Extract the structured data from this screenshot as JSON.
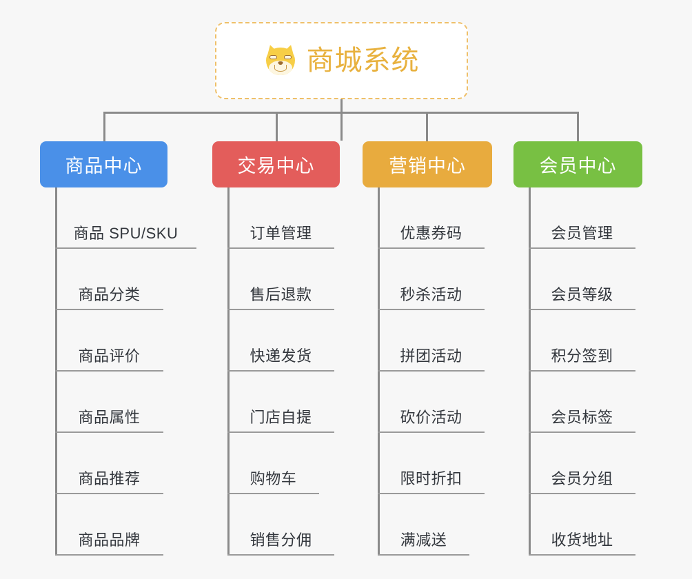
{
  "background_color": "#F7F7F7",
  "root": {
    "icon": "shiba-dog-face-icon",
    "title": "商城系统",
    "title_color": "#E8B13E",
    "border_color": "#EFC06A",
    "background_color": "#FFFFFF"
  },
  "connector_color": "#8A8A8A",
  "branches": [
    {
      "id": "product-center",
      "label": "商品中心",
      "color": "#4A90E8",
      "items": [
        "商品 SPU/SKU",
        "商品分类",
        "商品评价",
        "商品属性",
        "商品推荐",
        "商品品牌"
      ]
    },
    {
      "id": "trade-center",
      "label": "交易中心",
      "color": "#E35D5B",
      "items": [
        "订单管理",
        "售后退款",
        "快递发货",
        "门店自提",
        "购物车",
        "销售分佣"
      ]
    },
    {
      "id": "marketing-center",
      "label": "营销中心",
      "color": "#E8AB3E",
      "items": [
        "优惠券码",
        "秒杀活动",
        "拼团活动",
        "砍价活动",
        "限时折扣",
        "满减送"
      ]
    },
    {
      "id": "member-center",
      "label": "会员中心",
      "color": "#78C043",
      "items": [
        "会员管理",
        "会员等级",
        "积分签到",
        "会员标签",
        "会员分组",
        "收货地址"
      ]
    }
  ]
}
